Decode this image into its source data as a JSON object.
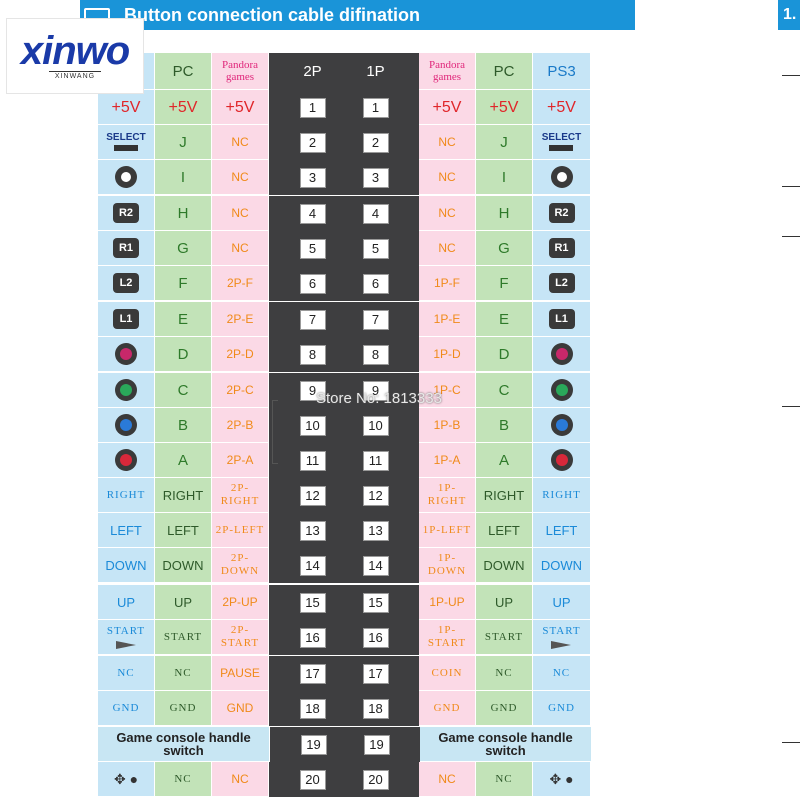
{
  "header": {
    "title": "Button connection cable difination",
    "right_title": "1."
  },
  "logo": {
    "main": "xinwo",
    "sub": "XINWANG"
  },
  "columns": {
    "c0": "",
    "c1": "PC",
    "c2": "Pandora games",
    "c3a": "2P",
    "c3b": "1P",
    "c4": "Pandora games",
    "c5": "PC",
    "c6": "PS3"
  },
  "rows": [
    {
      "l0": "+5V",
      "l1": "+5V",
      "l2": "+5V",
      "p": "1",
      "r2": "+5V",
      "r1": "+5V",
      "r0": "+5V"
    },
    {
      "l0": "SELECT",
      "l1": "J",
      "l2": "NC",
      "p": "2",
      "r2": "NC",
      "r1": "J",
      "r0": "SELECT"
    },
    {
      "l0": "",
      "l1": "I",
      "l2": "NC",
      "p": "3",
      "r2": "NC",
      "r1": "I",
      "r0": ""
    },
    {
      "l0": "R2",
      "l1": "H",
      "l2": "NC",
      "p": "4",
      "r2": "NC",
      "r1": "H",
      "r0": "R2"
    },
    {
      "l0": "R1",
      "l1": "G",
      "l2": "NC",
      "p": "5",
      "r2": "NC",
      "r1": "G",
      "r0": "R1"
    },
    {
      "l0": "L2",
      "l1": "F",
      "l2": "2P-F",
      "p": "6",
      "r2": "1P-F",
      "r1": "F",
      "r0": "L2"
    },
    {
      "l0": "L1",
      "l1": "E",
      "l2": "2P-E",
      "p": "7",
      "r2": "1P-E",
      "r1": "E",
      "r0": "L1"
    },
    {
      "l0": "",
      "l1": "D",
      "l2": "2P-D",
      "p": "8",
      "r2": "1P-D",
      "r1": "D",
      "r0": ""
    },
    {
      "l0": "",
      "l1": "C",
      "l2": "2P-C",
      "p": "9",
      "r2": "1P-C",
      "r1": "C",
      "r0": ""
    },
    {
      "l0": "",
      "l1": "B",
      "l2": "2P-B",
      "p": "10",
      "r2": "1P-B",
      "r1": "B",
      "r0": ""
    },
    {
      "l0": "",
      "l1": "A",
      "l2": "2P-A",
      "p": "11",
      "r2": "1P-A",
      "r1": "A",
      "r0": ""
    },
    {
      "l0": "RIGHT",
      "l1": "RIGHT",
      "l2": "2P-RIGHT",
      "p": "12",
      "r2": "1P-RIGHT",
      "r1": "RIGHT",
      "r0": "RIGHT"
    },
    {
      "l0": "LEFT",
      "l1": "LEFT",
      "l2": "2P-LEFT",
      "p": "13",
      "r2": "1P-LEFT",
      "r1": "LEFT",
      "r0": "LEFT"
    },
    {
      "l0": "DOWN",
      "l1": "DOWN",
      "l2": "2P-DOWN",
      "p": "14",
      "r2": "1P-DOWN",
      "r1": "DOWN",
      "r0": "DOWN"
    },
    {
      "l0": "UP",
      "l1": "UP",
      "l2": "2P-UP",
      "p": "15",
      "r2": "1P-UP",
      "r1": "UP",
      "r0": "UP"
    },
    {
      "l0": "START",
      "l1": "START",
      "l2": "2P-START",
      "p": "16",
      "r2": "1P-START",
      "r1": "START",
      "r0": "START"
    },
    {
      "l0": "NC",
      "l1": "NC",
      "l2": "PAUSE",
      "p": "17",
      "r2": "COIN",
      "r1": "NC",
      "r0": "NC"
    },
    {
      "l0": "GND",
      "l1": "GND",
      "l2": "GND",
      "p": "18",
      "r2": "GND",
      "r1": "GND",
      "r0": "GND"
    },
    {
      "span": "Game console handle switch",
      "p": "19"
    },
    {
      "l1": "NC",
      "l2": "NC",
      "p": "20",
      "r2": "NC",
      "r1": "NC"
    }
  ],
  "watermark": "Store No: 1813333",
  "colors": {
    "header_bg": "#1a94d8",
    "ps3_col": "#c6e5f6",
    "pc_col": "#c2e3b8",
    "pandora_col": "#fbd9e6",
    "pin_col": "#3e3e40"
  },
  "icons": {
    "row3": "playstation-icon",
    "row8": "circle-pink-icon",
    "row9": "triangle-icon",
    "row10": "cross-icon",
    "row11": "circle-red-icon"
  }
}
